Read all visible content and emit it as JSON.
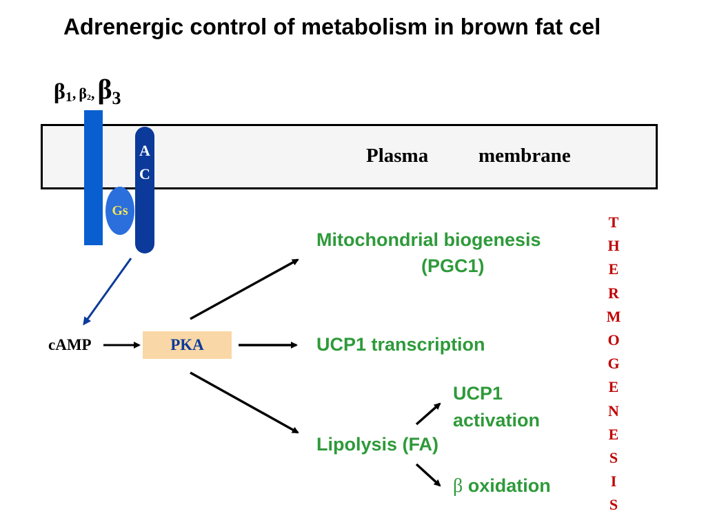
{
  "title": "Adrenergic control of metabolism in brown fat cel",
  "receptors": {
    "beta1": "β",
    "beta1_sub": "1",
    "beta2": "β",
    "beta2_sub": "2",
    "beta3": "β",
    "beta3_sub": "3",
    "sep": ","
  },
  "membrane": {
    "word1": "Plasma",
    "word2": "membrane"
  },
  "ac": {
    "letter1": "A",
    "letter2": "C"
  },
  "gs": "Gs",
  "camp": "cAMP",
  "pka": "PKA",
  "outputs": {
    "mito_line1": "Mitochondrial biogenesis",
    "mito_line2": "(PGC1)",
    "ucp1_transcription": "UCP1 transcription",
    "ucp1_activation_line1": "UCP1",
    "ucp1_activation_line2": "activation",
    "lipolysis": "Lipolysis (FA)",
    "beta_symbol": "β",
    "oxidation": "oxidation"
  },
  "thermogenesis": [
    "T",
    "H",
    "E",
    "R",
    "M",
    "O",
    "G",
    "E",
    "N",
    "E",
    "S",
    "I",
    "S"
  ],
  "colors": {
    "receptor": "#0a5fd0",
    "adenylyl_cyclase": "#0b3a9a",
    "gs": "#2a6fdc",
    "pka_box": "#fad7a6",
    "output_text": "#2e9a3a",
    "thermogenesis_text": "#c00000"
  }
}
